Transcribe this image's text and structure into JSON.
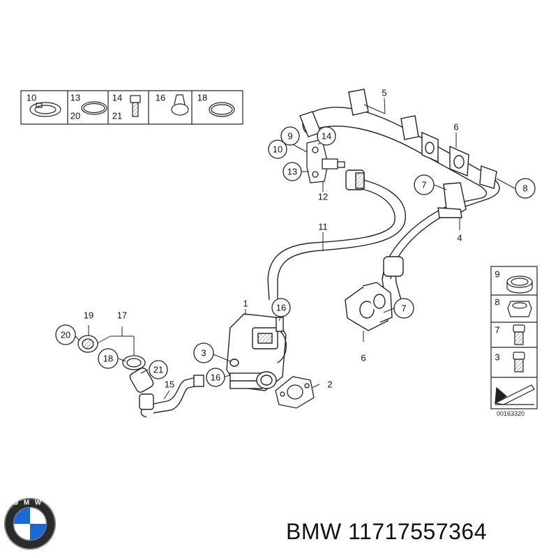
{
  "parts_strip": [
    {
      "top": "10",
      "bottom": ""
    },
    {
      "top": "13",
      "bottom": "20"
    },
    {
      "top": "14",
      "bottom": "21"
    },
    {
      "top": "16",
      "bottom": ""
    },
    {
      "top": "18",
      "bottom": ""
    }
  ],
  "callouts": {
    "c1": "1",
    "c2": "2",
    "c3": "3",
    "c4": "4",
    "c5": "5",
    "c6a": "6",
    "c6b": "6",
    "c7a": "7",
    "c7b": "7",
    "c8": "8",
    "c9": "9",
    "c10": "10",
    "c11": "11",
    "c12": "12",
    "c13": "13",
    "c14": "14",
    "c15": "15",
    "c16a": "16",
    "c16b": "16",
    "c17": "17",
    "c18": "18",
    "c19": "19",
    "c20": "20",
    "c21": "21"
  },
  "legend": [
    {
      "label": "9"
    },
    {
      "label": "8"
    },
    {
      "label": "7"
    },
    {
      "label": "3"
    }
  ],
  "ref_code": "00163320",
  "brand": "BMW",
  "part_number": "11717557364",
  "footer": "BMW 11717557364",
  "logo_letters": "BMW",
  "colors": {
    "line": "#222222",
    "logo_blue": "#1c69d4",
    "logo_ring": "#111111"
  }
}
